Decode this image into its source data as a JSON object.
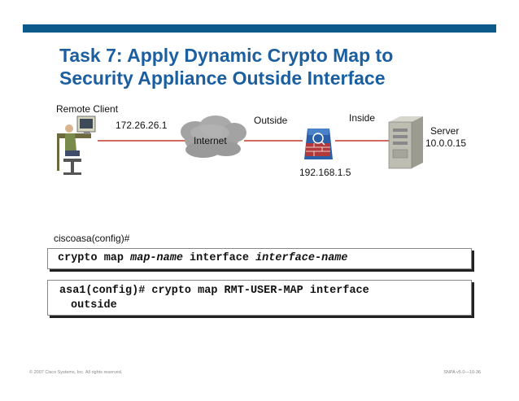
{
  "slide": {
    "title_line1": "Task 7: Apply Dynamic Crypto Map to",
    "title_line2": "Security Appliance Outside Interface"
  },
  "diagram": {
    "remote_client_label": "Remote Client",
    "client_ip": "172.26.26.1",
    "internet_label": "Internet",
    "outside_label": "Outside",
    "inside_label": "Inside",
    "appliance_ip": "192.168.1.5",
    "server_label": "Server",
    "server_ip": "10.0.0.15"
  },
  "prompt": "ciscoasa(config)#",
  "syntax": {
    "kw1": "crypto map",
    "arg1": "map-name",
    "kw2": "interface",
    "arg2": "interface-name"
  },
  "example": {
    "line1": "asa1(config)# crypto map RMT-USER-MAP interface",
    "line2": "outside"
  },
  "footer": {
    "copyright": "© 2007 Cisco Systems, Inc. All rights reserved.",
    "course": "SNPA v5.0—10-36"
  },
  "colors": {
    "title": "#1c5fa0",
    "top_bar": "#0b5a8a",
    "link_line": "#c0392b",
    "cloud": "#9a9a9a"
  }
}
